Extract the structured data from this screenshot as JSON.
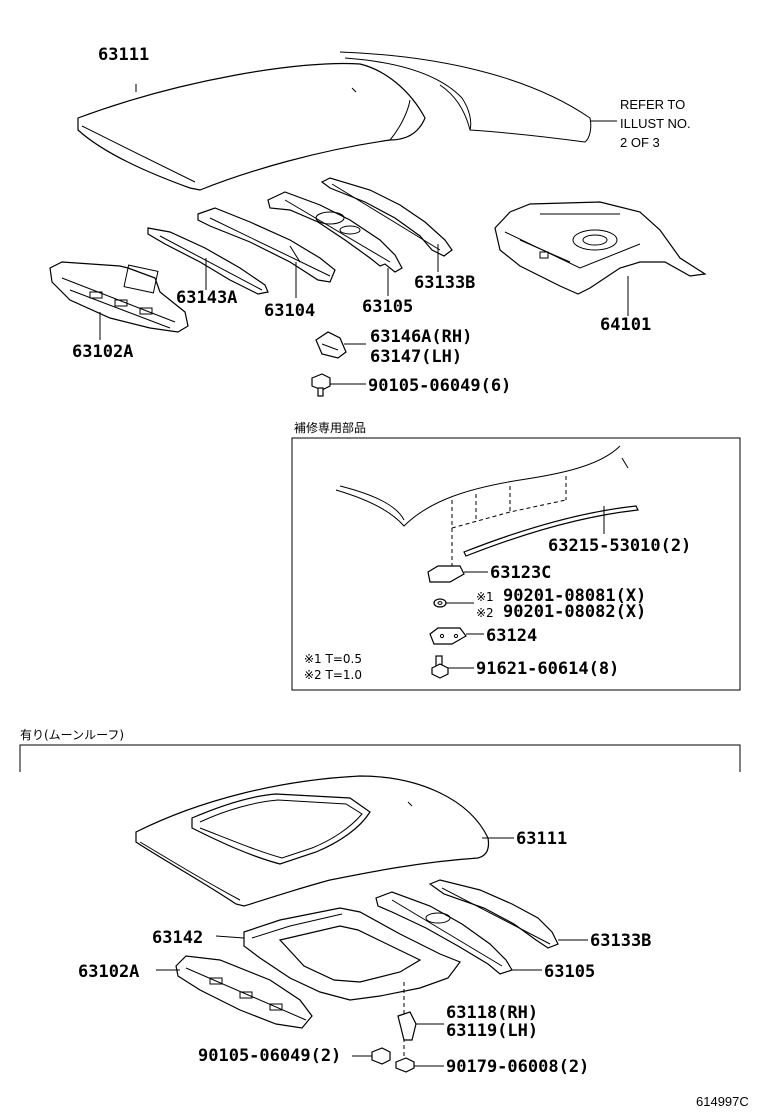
{
  "top_section": {
    "label_63111": "63111",
    "refer_line1": "REFER TO",
    "refer_line2": "ILLUST NO.",
    "refer_line3": "2 OF 3",
    "label_63143A": "63143A",
    "label_63104": "63104",
    "label_63105": "63105",
    "label_63133B": "63133B",
    "label_64101": "64101",
    "label_63102A": "63102A",
    "label_63146A": "63146A(RH)",
    "label_63147": "63147(LH)",
    "label_bolt": "90105-06049(6)"
  },
  "repair_section": {
    "title": "補修専用部品",
    "label_63215": "63215-53010(2)",
    "label_63123C": "63123C",
    "mark1": "※1",
    "mark2": "※2",
    "label_90201_1": "90201-08081(X)",
    "label_90201_2": "90201-08082(X)",
    "label_63124": "63124",
    "label_91621": "91621-60614(8)",
    "note1": "※1 T=0.5",
    "note2": "※2 T=1.0"
  },
  "moonroof_section": {
    "title": "有り(ムーンルーフ)",
    "label_63111": "63111",
    "label_63142": "63142",
    "label_63133B": "63133B",
    "label_63102A": "63102A",
    "label_63105": "63105",
    "label_63118": "63118(RH)",
    "label_63119": "63119(LH)",
    "label_bolt": "90105-06049(2)",
    "label_90179": "90179-06008(2)"
  },
  "figure_id": "614997C"
}
